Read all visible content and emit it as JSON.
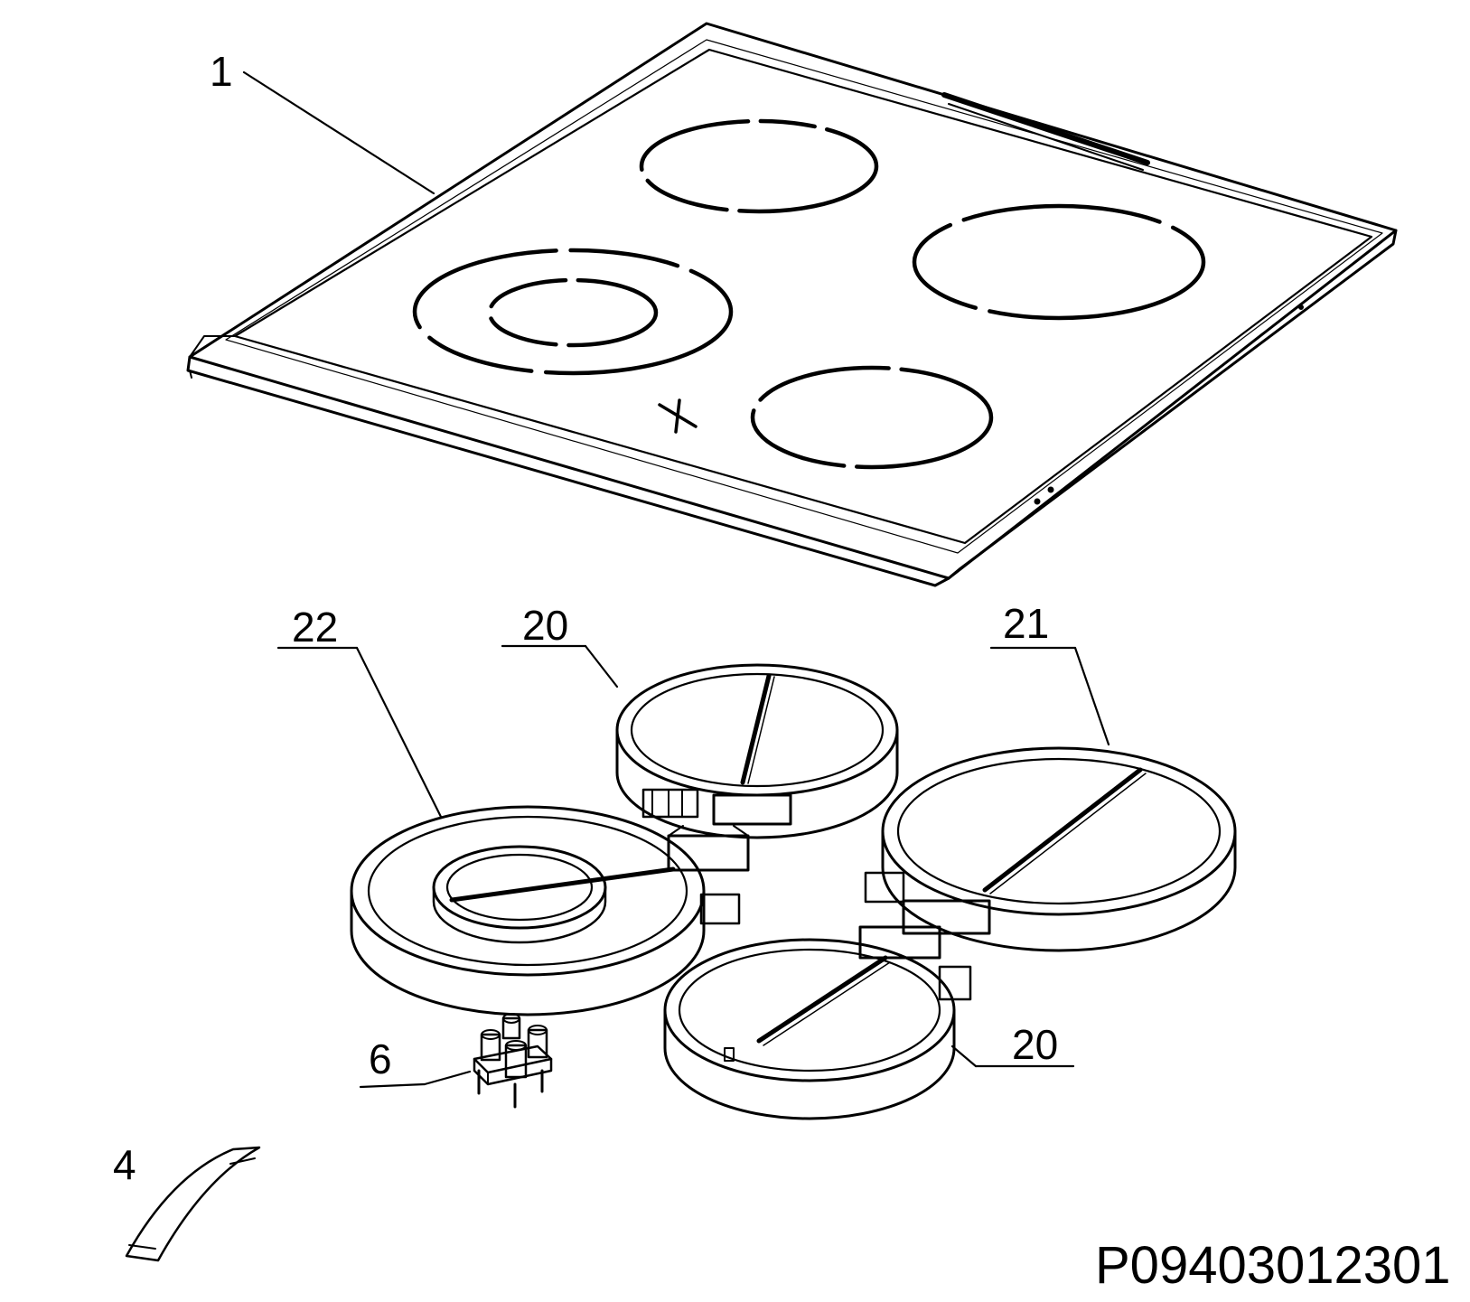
{
  "diagram": {
    "drawing_code": "P09403012301",
    "callouts": [
      {
        "id": "hob-glass",
        "label": "1"
      },
      {
        "id": "dual-zone-heater",
        "label": "22"
      },
      {
        "id": "heater-rear",
        "label": "20"
      },
      {
        "id": "heater-large",
        "label": "21"
      },
      {
        "id": "heater-front",
        "label": "20"
      },
      {
        "id": "terminal-block",
        "label": "6"
      },
      {
        "id": "clip",
        "label": "4"
      }
    ]
  }
}
